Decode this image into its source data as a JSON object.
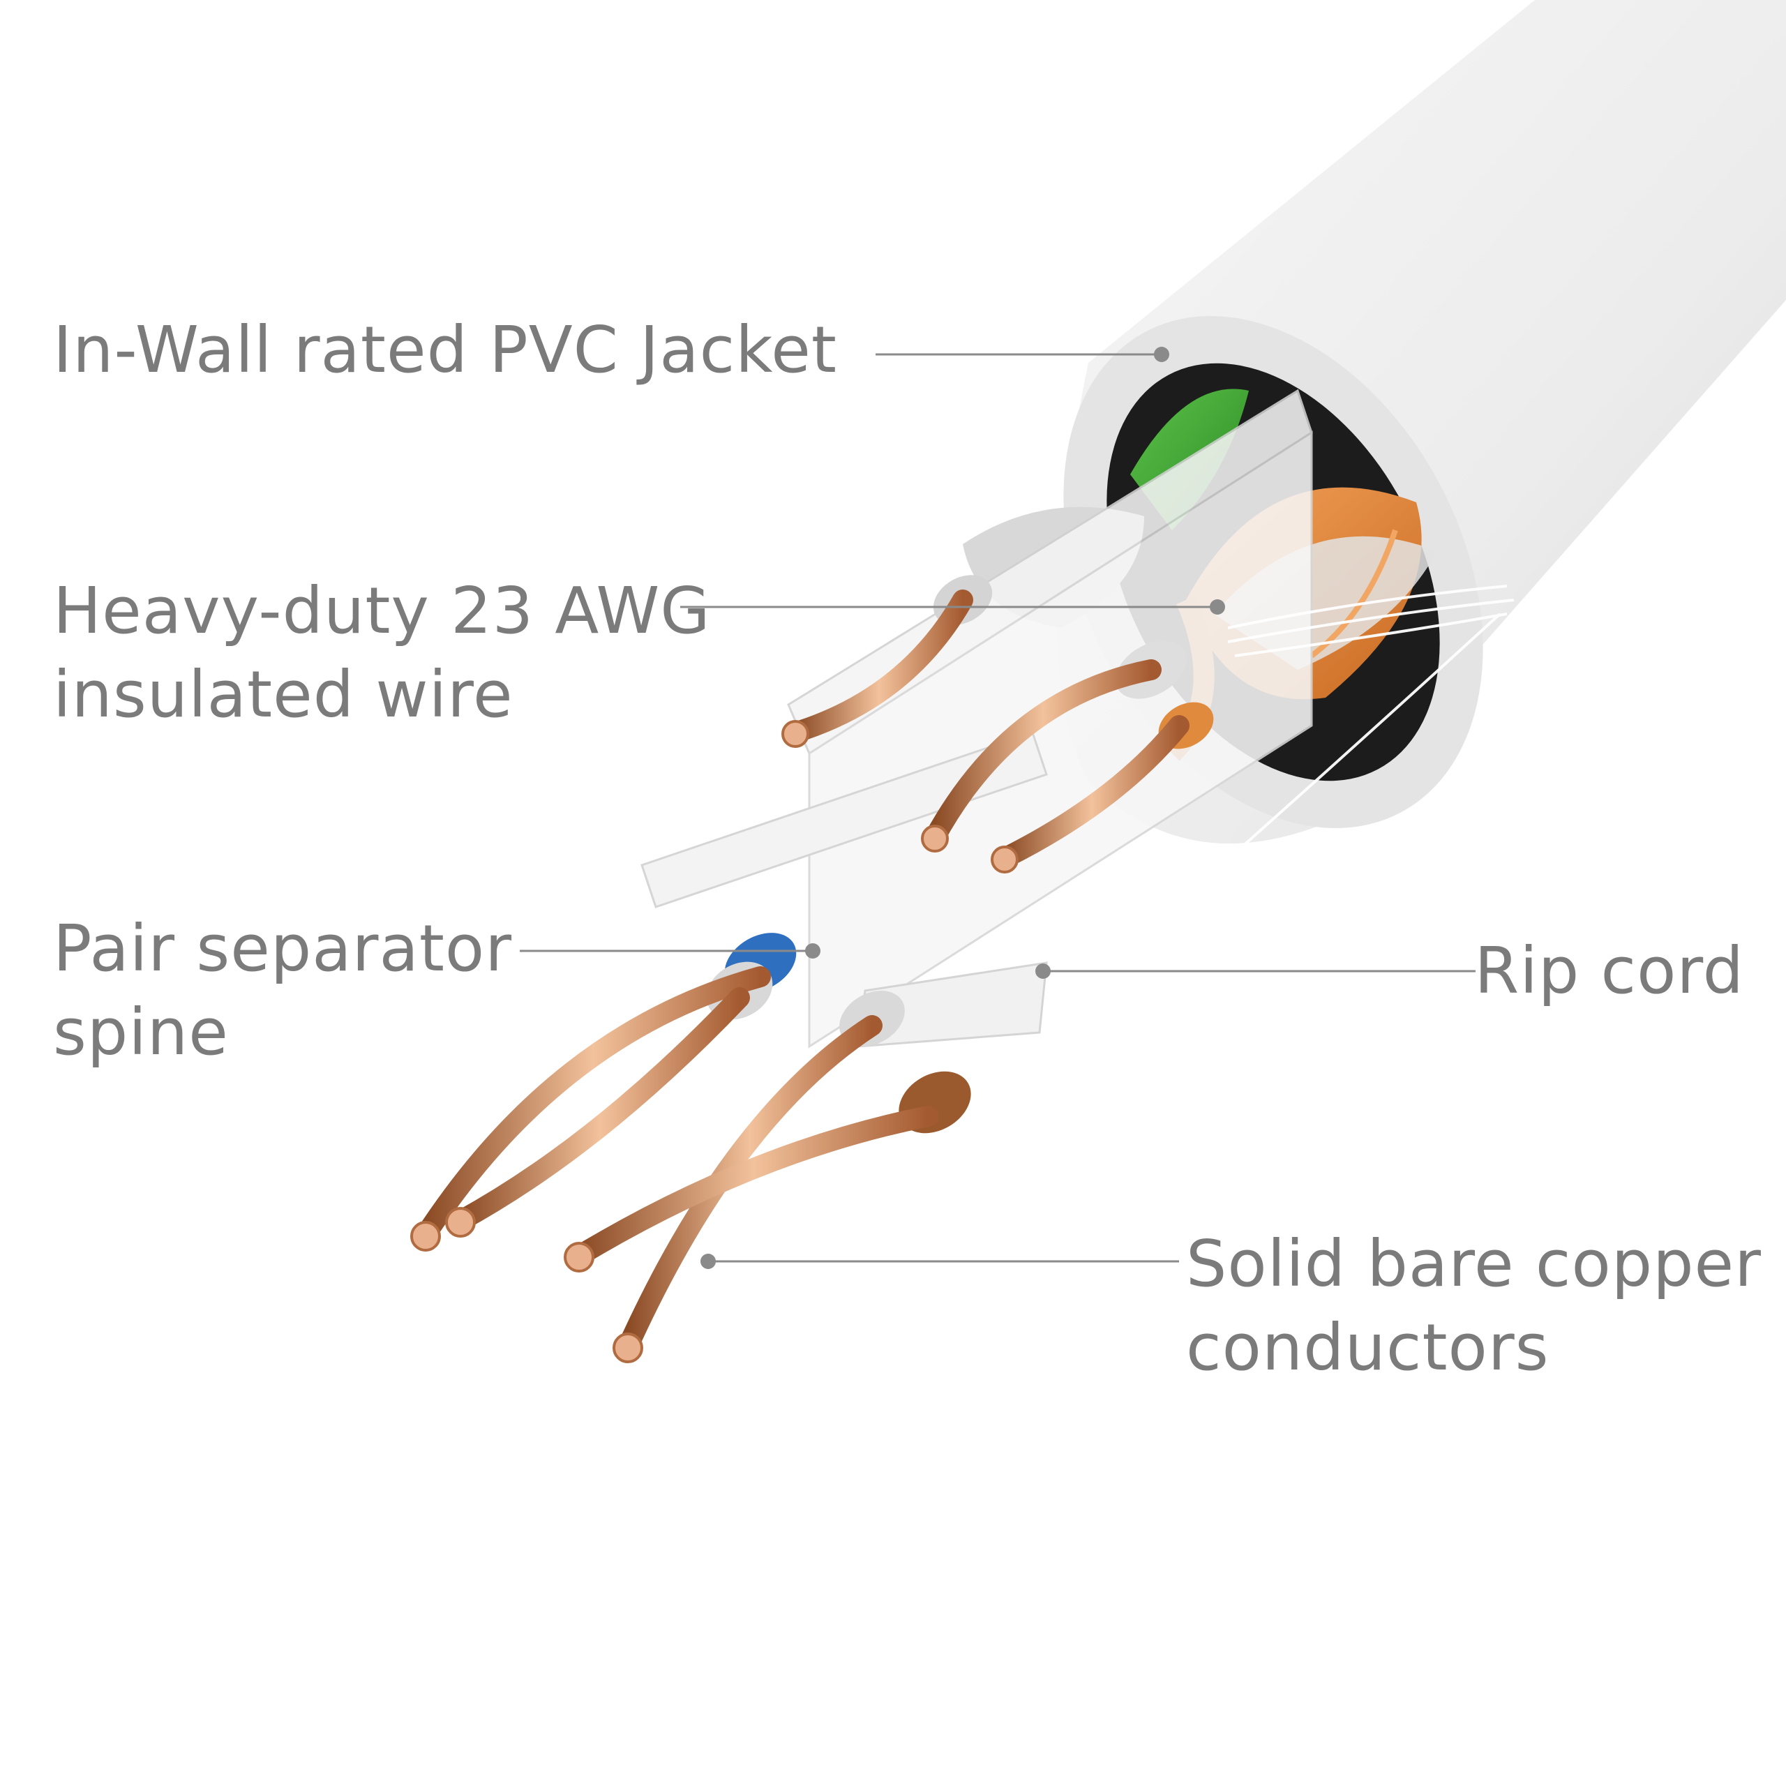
{
  "colors": {
    "label_text": "#7b7b7b",
    "leader_line": "#8a8a8a",
    "jacket": "#ebebeb",
    "copper": "#c8845a",
    "green_wire": "#3fa535",
    "orange_wire": "#e88a3a",
    "blue_wire": "#2f6fbf",
    "brown_wire": "#9a5a2e"
  },
  "callouts": {
    "jacket": {
      "lines": [
        "In-Wall rated PVC Jacket"
      ]
    },
    "awg": {
      "lines": [
        "Heavy-duty 23 AWG",
        "insulated wire"
      ]
    },
    "spine": {
      "lines": [
        "Pair separator",
        "spine"
      ]
    },
    "rip": {
      "lines": [
        "Rip cord"
      ]
    },
    "copper": {
      "lines": [
        "Solid bare copper",
        "conductors"
      ]
    }
  },
  "illustration": {
    "subject": "cable-cross-section",
    "icon": "ethernet-cable-cutaway-icon"
  }
}
